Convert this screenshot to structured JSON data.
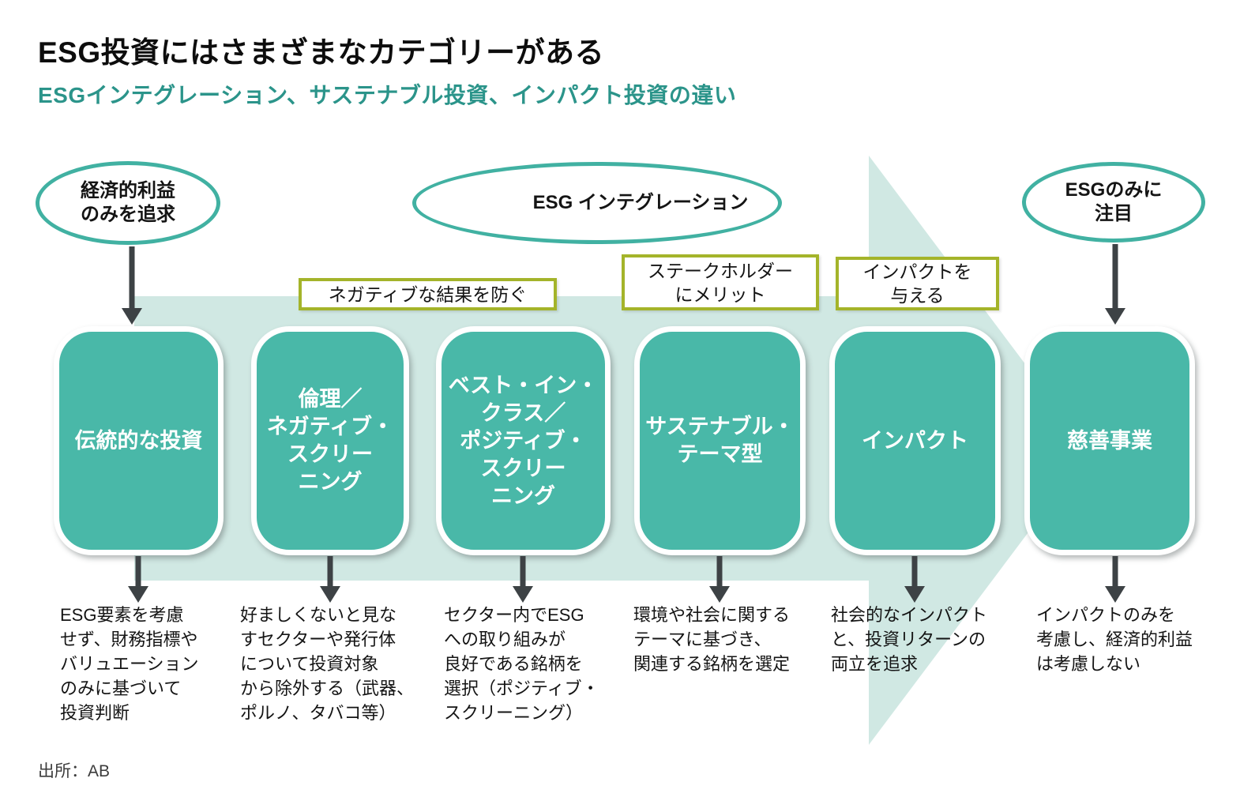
{
  "header": {
    "title": "ESG投資にはさまざまなカテゴリーがある",
    "subtitle": "ESGインテグレーション、サステナブル投資、インパクト投資の違い"
  },
  "ovals": {
    "left": "経済的利益\nのみを追求",
    "center": "ESG インテグレーション",
    "right": "ESGのみに\n注目"
  },
  "callouts": {
    "negative_outcomes": "ネガティブな結果を防ぐ",
    "stakeholder_merit": "ステークホルダー\nにメリット",
    "give_impact": "インパクトを\n与える"
  },
  "categories": [
    {
      "box_label": "伝統的な投資",
      "description": "ESG要素を考慮\nせず、財務指標や\nバリュエーション\nのみに基づいて\n投資判断"
    },
    {
      "box_label": "倫理／\nネガティブ・\nスクリー\nニング",
      "description": "好ましくないと見な\nすセクターや発行体\nについて投資対象\nから除外する（武器、\nポルノ、タバコ等）"
    },
    {
      "box_label": "ベスト・イン・\nクラス／\nポジティブ・\nスクリー\nニング",
      "description": "セクター内でESG\nへの取り組みが\n良好である銘柄を\n選択（ポジティブ・\nスクリーニング）"
    },
    {
      "box_label": "サステナブル・\nテーマ型",
      "description": "環境や社会に関する\nテーマに基づき、\n関連する銘柄を選定"
    },
    {
      "box_label": "インパクト",
      "description": "社会的なインパクト\nと、投資リターンの\n両立を追求"
    },
    {
      "box_label": "慈善事業",
      "description": "インパクトのみを\n考慮し、経済的利益\nは考慮しない"
    }
  ],
  "footer": {
    "source": "出所：AB"
  },
  "colors": {
    "category_box": "#49b8a8",
    "oval_stroke": "#41b1a2",
    "flow_arrow": "#d0e8e3",
    "callout_border": "#a4b42a",
    "connector_arrow": "#3d4245",
    "subtitle": "#2b948a"
  }
}
